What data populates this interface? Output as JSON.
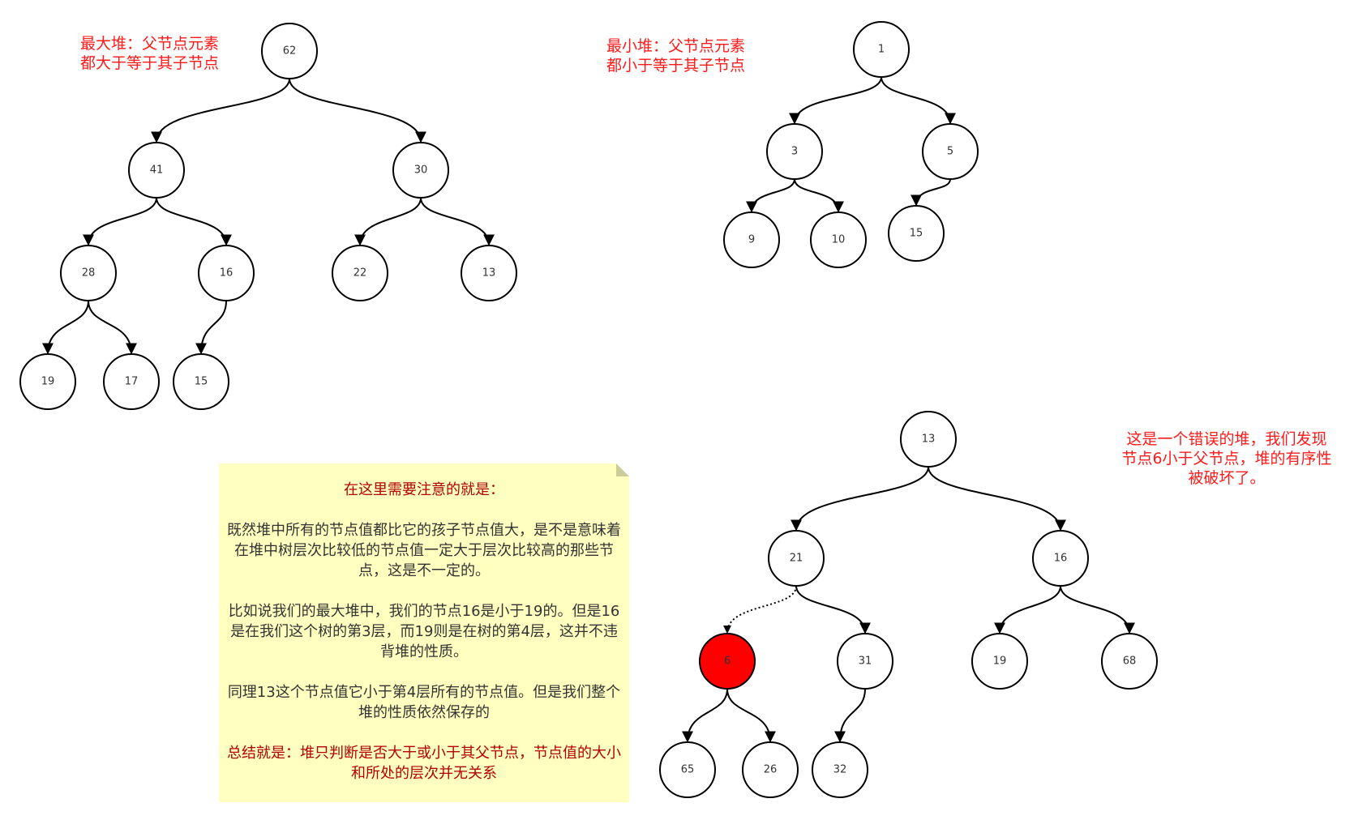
{
  "max_heap": {
    "caption": [
      "最大堆：父节点元素",
      "都大于等于其子节点"
    ],
    "nodes": {
      "n62": "62",
      "n41": "41",
      "n30": "30",
      "n28": "28",
      "n16": "16",
      "n22": "22",
      "n13": "13",
      "n19": "19",
      "n17": "17",
      "n15": "15"
    }
  },
  "min_heap": {
    "caption": [
      "最小堆：父节点元素",
      "都小于等于其子节点"
    ],
    "nodes": {
      "n1": "1",
      "n3": "3",
      "n5": "5",
      "n9": "9",
      "n10": "10",
      "n15": "15"
    }
  },
  "wrong_heap": {
    "caption": [
      "这是一个错误的堆，我们发现",
      "节点6小于父节点，堆的有序性",
      "被破坏了。"
    ],
    "nodes": {
      "n13": "13",
      "n21": "21",
      "n16": "16",
      "n6": "6",
      "n31": "31",
      "n19": "19",
      "n68": "68",
      "n65": "65",
      "n26": "26",
      "n32": "32"
    },
    "highlight_color": "#ff0000"
  },
  "note": {
    "title": "在这里需要注意的就是：",
    "paragraphs": [
      "既然堆中所有的节点值都比它的孩子节点值大，是不是意味着在堆中树层次比较低的节点值一定大于层次比较高的那些节点，这是不一定的。",
      "比如说我们的最大堆中，我们的节点16是小于19的。但是16是在我们这个树的第3层，而19则是在树的第4层，这并不违背堆的性质。",
      "同理13这个节点值它小于第4层所有的节点值。但是我们整个堆的性质依然保存的"
    ],
    "summary": "总结就是：堆只判断是否大于或小于其父节点，节点值的大小和所处的层次并无关系",
    "background_color": "#ffffc0"
  }
}
